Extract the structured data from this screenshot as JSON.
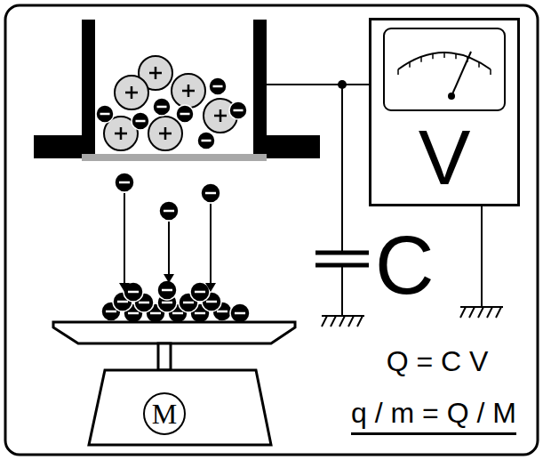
{
  "diagram": {
    "nodes": [
      {
        "text": [
          "V"
        ]
      },
      {
        "text": [
          "M"
        ]
      }
    ],
    "labels": [
      "C",
      "Q = C V",
      "q / m = Q / M"
    ]
  }
}
